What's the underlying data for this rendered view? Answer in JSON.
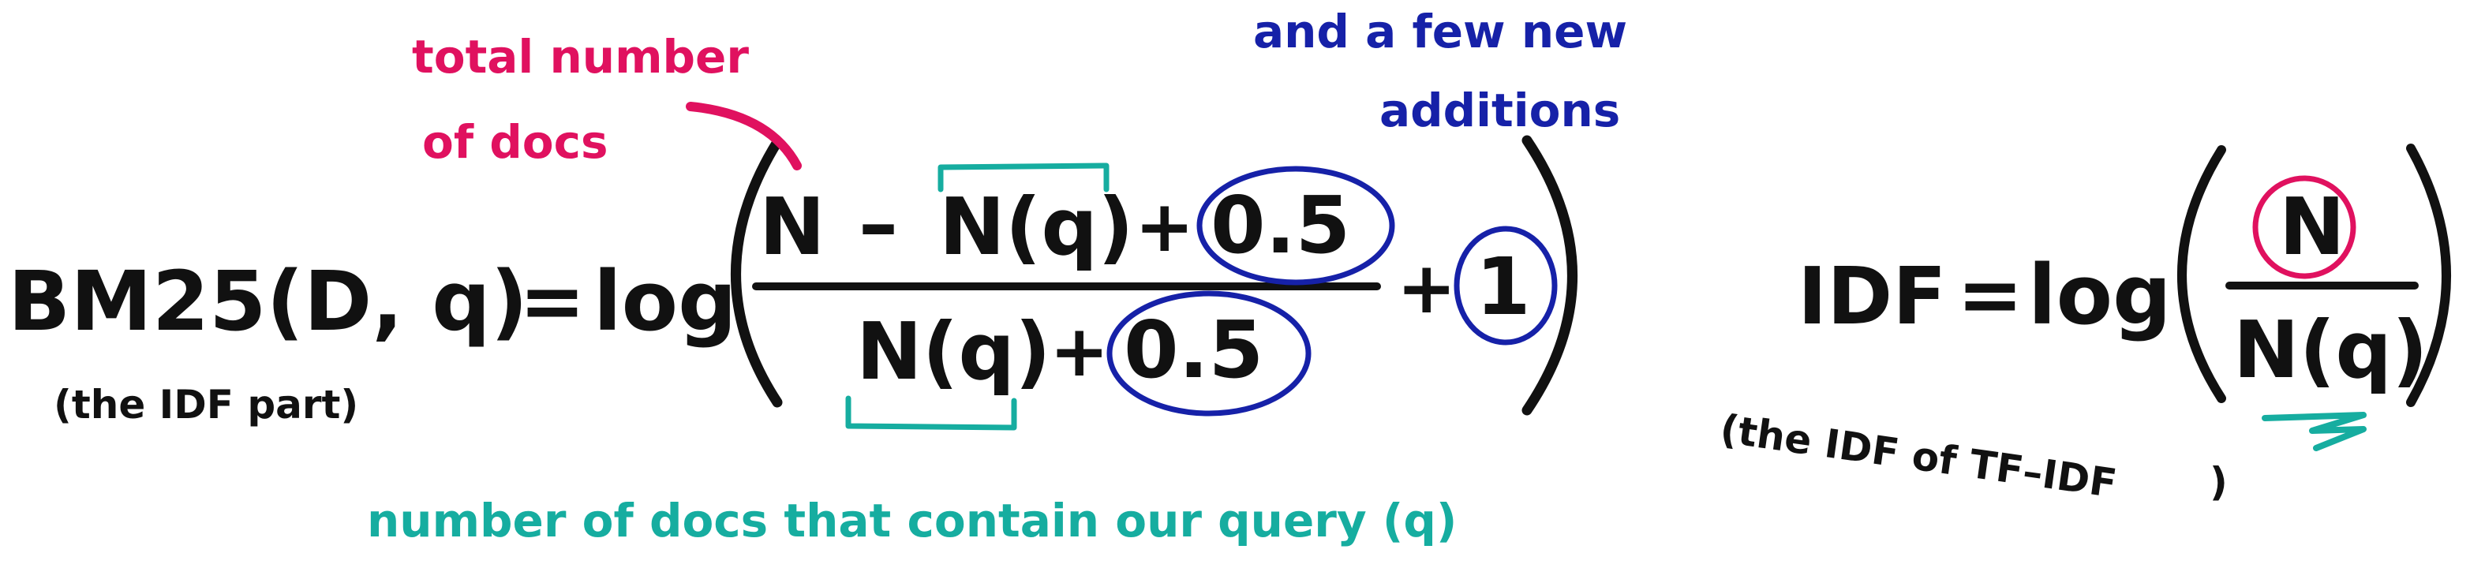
{
  "colors": {
    "ink": "#111111",
    "pink": "#e0115f",
    "blue": "#1621a8",
    "teal": "#16ada0"
  },
  "bm25": {
    "lhs": "BM25(D, q)",
    "equals": "=",
    "log": "log",
    "numerator": {
      "n": "N",
      "minus": "–",
      "nq": "N(q)",
      "plus": "+",
      "half": "0.5"
    },
    "denominator": {
      "nq": "N(q)",
      "plus": "+",
      "half": "0.5"
    },
    "plus_one_sign": "+",
    "one": "1",
    "caption": "(the IDF part)"
  },
  "idf": {
    "lhs": "IDF",
    "equals": "=",
    "log": "log",
    "numerator": "N",
    "denominator": "N(q)",
    "caption_line1": "(the IDF of TF–IDF",
    "caption_line2": ")"
  },
  "annotations": {
    "total_docs_line1": "total number",
    "total_docs_line2": "of docs",
    "additions_line1": "and a few new",
    "additions_line2": "additions",
    "contain_query": "number of docs that contain our query (q)"
  }
}
